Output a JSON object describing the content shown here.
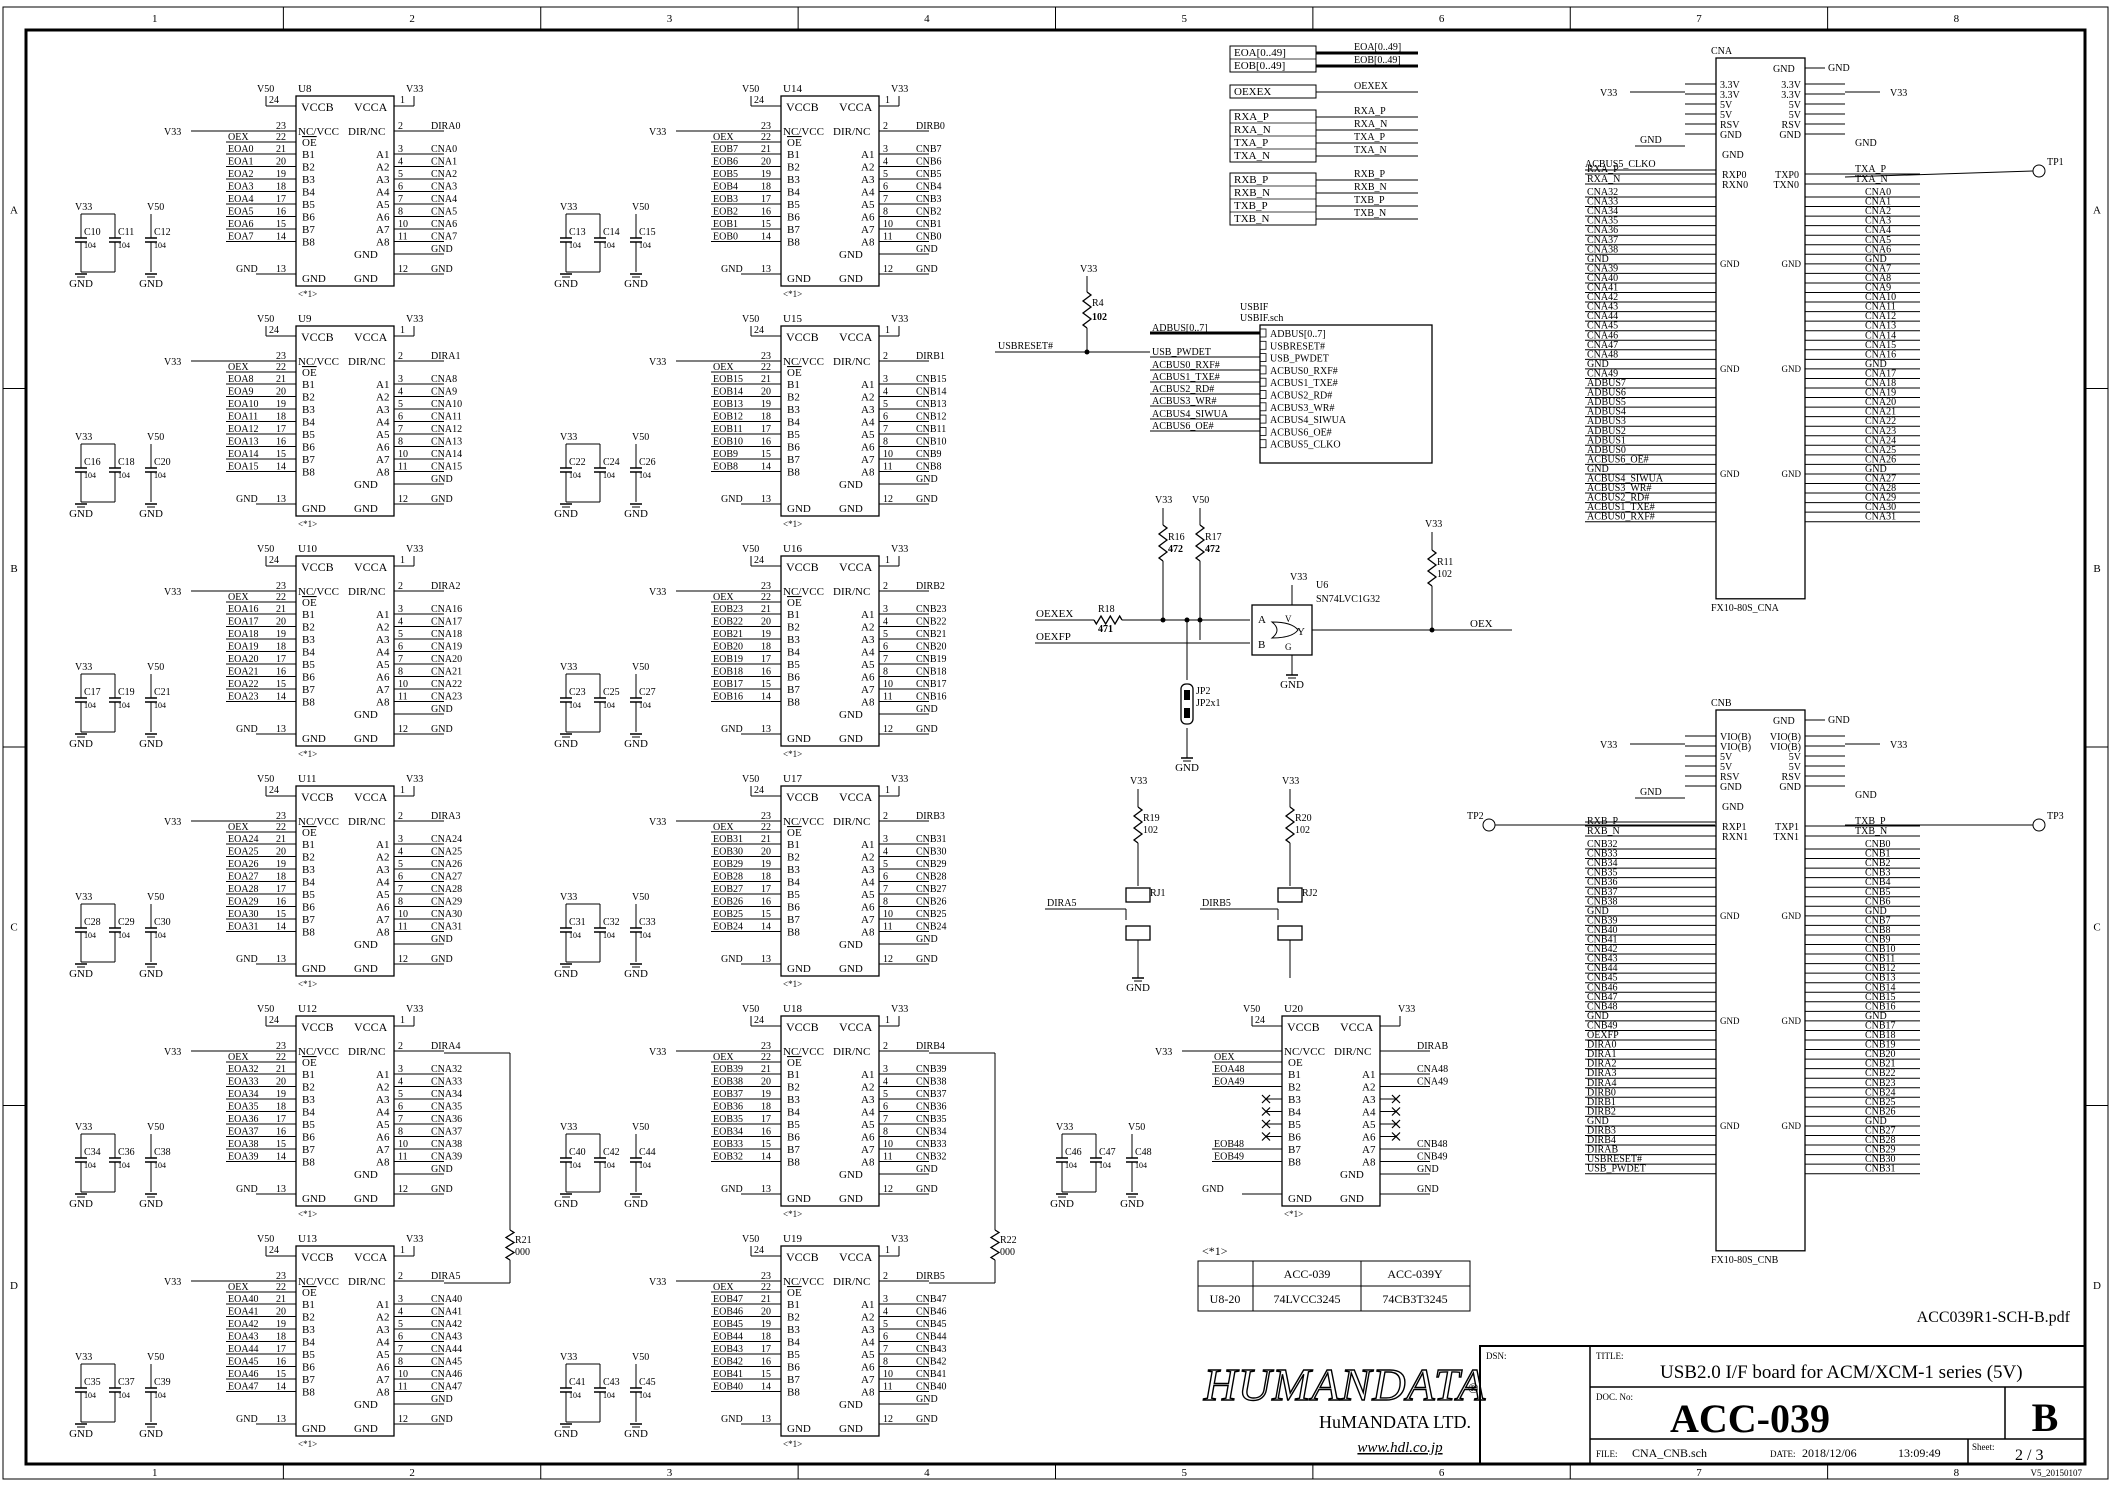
{
  "grid": {
    "columns": [
      "1",
      "2",
      "3",
      "4",
      "5",
      "6",
      "7",
      "8"
    ],
    "rows": [
      "A",
      "B",
      "C",
      "D"
    ]
  },
  "bus_box": {
    "rows": [
      {
        "label": "EOA[0..49]",
        "net": "EOA[0..49]"
      },
      {
        "label": "EOB[0..49]",
        "net": "EOB[0..49]"
      },
      {
        "label": "OEXEX",
        "net": "OEXEX"
      },
      {
        "label": "RXA_P",
        "net": "RXA_P"
      },
      {
        "label": "RXA_N",
        "net": "RXA_N"
      },
      {
        "label": "TXA_P",
        "net": "TXA_P"
      },
      {
        "label": "TXA_N",
        "net": "TXA_N"
      },
      {
        "label": "RXB_P",
        "net": "RXB_P"
      },
      {
        "label": "RXB_N",
        "net": "RXB_N"
      },
      {
        "label": "TXB_P",
        "net": "TXB_P"
      },
      {
        "label": "TXB_N",
        "net": "TXB_N"
      }
    ]
  },
  "buffers_left": [
    {
      "ref": "U8",
      "dir": "DIRA0",
      "eo": [
        "EOA0",
        "EOA1",
        "EOA2",
        "EOA3",
        "EOA4",
        "EOA5",
        "EOA6",
        "EOA7"
      ],
      "cn": [
        "CNA0",
        "CNA1",
        "CNA2",
        "CNA3",
        "CNA4",
        "CNA5",
        "CNA6",
        "CNA7"
      ],
      "caps": [
        "C10",
        "C11",
        "C12"
      ]
    },
    {
      "ref": "U9",
      "dir": "DIRA1",
      "eo": [
        "EOA8",
        "EOA9",
        "EOA10",
        "EOA11",
        "EOA12",
        "EOA13",
        "EOA14",
        "EOA15"
      ],
      "cn": [
        "CNA8",
        "CNA9",
        "CNA10",
        "CNA11",
        "CNA12",
        "CNA13",
        "CNA14",
        "CNA15"
      ],
      "caps": [
        "C16",
        "C18",
        "C20"
      ]
    },
    {
      "ref": "U10",
      "dir": "DIRA2",
      "eo": [
        "EOA16",
        "EOA17",
        "EOA18",
        "EOA19",
        "EOA20",
        "EOA21",
        "EOA22",
        "EOA23"
      ],
      "cn": [
        "CNA16",
        "CNA17",
        "CNA18",
        "CNA19",
        "CNA20",
        "CNA21",
        "CNA22",
        "CNA23"
      ],
      "caps": [
        "C17",
        "C19",
        "C21"
      ]
    },
    {
      "ref": "U11",
      "dir": "DIRA3",
      "eo": [
        "EOA24",
        "EOA25",
        "EOA26",
        "EOA27",
        "EOA28",
        "EOA29",
        "EOA30",
        "EOA31"
      ],
      "cn": [
        "CNA24",
        "CNA25",
        "CNA26",
        "CNA27",
        "CNA28",
        "CNA29",
        "CNA30",
        "CNA31"
      ],
      "caps": [
        "C28",
        "C29",
        "C30"
      ]
    },
    {
      "ref": "U12",
      "dir": "DIRA4",
      "eo": [
        "EOA32",
        "EOA33",
        "EOA34",
        "EOA35",
        "EOA36",
        "EOA37",
        "EOA38",
        "EOA39"
      ],
      "cn": [
        "CNA32",
        "CNA33",
        "CNA34",
        "CNA35",
        "CNA36",
        "CNA37",
        "CNA38",
        "CNA39"
      ],
      "caps": [
        "C34",
        "C36",
        "C38"
      ]
    },
    {
      "ref": "U13",
      "dir": "DIRA5",
      "eo": [
        "EOA40",
        "EOA41",
        "EOA42",
        "EOA43",
        "EOA44",
        "EOA45",
        "EOA46",
        "EOA47"
      ],
      "cn": [
        "CNA40",
        "CNA41",
        "CNA42",
        "CNA43",
        "CNA44",
        "CNA45",
        "CNA46",
        "CNA47"
      ],
      "caps": [
        "C35",
        "C37",
        "C39"
      ]
    }
  ],
  "buffers_mid": [
    {
      "ref": "U14",
      "dir": "DIRB0",
      "eo": [
        "EOB7",
        "EOB6",
        "EOB5",
        "EOB4",
        "EOB3",
        "EOB2",
        "EOB1",
        "EOB0"
      ],
      "cn": [
        "CNB7",
        "CNB6",
        "CNB5",
        "CNB4",
        "CNB3",
        "CNB2",
        "CNB1",
        "CNB0"
      ],
      "caps": [
        "C13",
        "C14",
        "C15"
      ]
    },
    {
      "ref": "U15",
      "dir": "DIRB1",
      "eo": [
        "EOB15",
        "EOB14",
        "EOB13",
        "EOB12",
        "EOB11",
        "EOB10",
        "EOB9",
        "EOB8"
      ],
      "cn": [
        "CNB15",
        "CNB14",
        "CNB13",
        "CNB12",
        "CNB11",
        "CNB10",
        "CNB9",
        "CNB8"
      ],
      "caps": [
        "C22",
        "C24",
        "C26"
      ]
    },
    {
      "ref": "U16",
      "dir": "DIRB2",
      "eo": [
        "EOB23",
        "EOB22",
        "EOB21",
        "EOB20",
        "EOB19",
        "EOB18",
        "EOB17",
        "EOB16"
      ],
      "cn": [
        "CNB23",
        "CNB22",
        "CNB21",
        "CNB20",
        "CNB19",
        "CNB18",
        "CNB17",
        "CNB16"
      ],
      "caps": [
        "C23",
        "C25",
        "C27"
      ]
    },
    {
      "ref": "U17",
      "dir": "DIRB3",
      "eo": [
        "EOB31",
        "EOB30",
        "EOB29",
        "EOB28",
        "EOB27",
        "EOB26",
        "EOB25",
        "EOB24"
      ],
      "cn": [
        "CNB31",
        "CNB30",
        "CNB29",
        "CNB28",
        "CNB27",
        "CNB26",
        "CNB25",
        "CNB24"
      ],
      "caps": [
        "C31",
        "C32",
        "C33"
      ]
    },
    {
      "ref": "U18",
      "dir": "DIRB4",
      "eo": [
        "EOB39",
        "EOB38",
        "EOB37",
        "EOB36",
        "EOB35",
        "EOB34",
        "EOB33",
        "EOB32"
      ],
      "cn": [
        "CNB39",
        "CNB38",
        "CNB37",
        "CNB36",
        "CNB35",
        "CNB34",
        "CNB33",
        "CNB32"
      ],
      "caps": [
        "C40",
        "C42",
        "C44"
      ]
    },
    {
      "ref": "U19",
      "dir": "DIRB5",
      "eo": [
        "EOB47",
        "EOB46",
        "EOB45",
        "EOB44",
        "EOB43",
        "EOB42",
        "EOB41",
        "EOB40"
      ],
      "cn": [
        "CNB47",
        "CNB46",
        "CNB45",
        "CNB44",
        "CNB43",
        "CNB42",
        "CNB41",
        "CNB40"
      ],
      "caps": [
        "C41",
        "C43",
        "C45"
      ]
    }
  ],
  "ic_pins": {
    "vccb": "VCCB",
    "vcca": "VCCA",
    "nc": "NC/VCC",
    "dirnc": "DIR/NC",
    "oe": "OE",
    "gnd": "GND",
    "b": [
      "B1",
      "B2",
      "B3",
      "B4",
      "B5",
      "B6",
      "B7",
      "B8"
    ],
    "a": [
      "A1",
      "A2",
      "A3",
      "A4",
      "A5",
      "A6",
      "A7",
      "A8"
    ],
    "left_nums": [
      "21",
      "20",
      "19",
      "18",
      "17",
      "16",
      "15",
      "14"
    ],
    "right_nums": [
      "3",
      "4",
      "5",
      "6",
      "7",
      "8",
      "10",
      "11"
    ],
    "n23": "23",
    "n22": "22",
    "n24": "24",
    "n1": "1",
    "n2": "2",
    "n13": "13",
    "n12": "12",
    "note": "<*1>"
  },
  "nets": {
    "v33": "V33",
    "v50": "V50",
    "gnd": "GND",
    "oex": "OEX",
    "cap_val": "104"
  },
  "u20": {
    "ref": "U20",
    "dir": "DIRAB",
    "eo": [
      "EOA48",
      "EOA49"
    ],
    "cn": [
      "CNA48",
      "CNA49"
    ],
    "eo7": [
      "EOB48",
      "EOB49"
    ],
    "cn7": [
      "CNB48",
      "CNB49"
    ],
    "caps": [
      "C46",
      "C47",
      "C48"
    ]
  },
  "pullups": [
    {
      "ref": "R4",
      "val": "102"
    },
    {
      "ref": "R16",
      "val": "472"
    },
    {
      "ref": "R17",
      "val": "472"
    },
    {
      "ref": "R11",
      "val": "102"
    },
    {
      "ref": "R18",
      "val": "471"
    },
    {
      "ref": "R19",
      "val": "102"
    },
    {
      "ref": "R20",
      "val": "102"
    },
    {
      "ref": "R21",
      "val": "000"
    },
    {
      "ref": "R22",
      "val": "000"
    }
  ],
  "usbif": {
    "title": "USBIF",
    "file": "USBIF.sch",
    "left": [
      "ADBUS[0..7]",
      "USB_PWDET",
      "ACBUS0_RXF#",
      "ACBUS1_TXE#",
      "ACBUS2_RD#",
      "ACBUS3_WR#",
      "ACBUS4_SIWUA",
      "ACBUS6_OE#"
    ],
    "right": [
      "ADBUS[0..7]",
      "USBRESET#",
      "USB_PWDET",
      "ACBUS0_RXF#",
      "ACBUS1_TXE#",
      "ACBUS2_RD#",
      "ACBUS3_WR#",
      "ACBUS4_SIWUA",
      "ACBUS6_OE#",
      "ACBUS5_CLKO"
    ],
    "reset_net": "USBRESET#"
  },
  "gate": {
    "ref": "U6",
    "part": "SN74LVC1G32",
    "in1": "OEXEX",
    "in2": "OEXFP",
    "out": "OEX",
    "jp_ref": "JP2",
    "jp_part": "JP2x1",
    "pins": {
      "a": "A",
      "b": "B",
      "y": "Y",
      "g": "G",
      "v": "V"
    }
  },
  "jumpers": [
    {
      "ref": "RJ1",
      "net": "DIRA5"
    },
    {
      "ref": "RJ2",
      "net": "DIRB5"
    }
  ],
  "tps": {
    "tp1": "TP1",
    "tp2": "TP2",
    "tp3": "TP3"
  },
  "cna": {
    "ref": "CNA",
    "part": "FX10-80S_CNA",
    "top_left": [
      "3.3V",
      "3.3V",
      "5V",
      "5V",
      "RSV",
      "GND"
    ],
    "top_right": [
      "3.3V",
      "3.3V",
      "5V",
      "5V",
      "RSV",
      "GND"
    ],
    "ck_left_net": "ACBUS5_CLKO",
    "diff_left": [
      "RXA_P",
      "RXA_N"
    ],
    "diff_right": [
      "TXA_P",
      "TXA_N"
    ],
    "inner_left": [
      "RXP0",
      "RXN0"
    ],
    "inner_right": [
      "TXP0",
      "TXN0"
    ],
    "left": [
      "CNA32",
      "CNA33",
      "CNA34",
      "CNA35",
      "CNA36",
      "CNA37",
      "CNA38",
      "GND",
      "CNA39",
      "CNA40",
      "CNA41",
      "CNA42",
      "CNA43",
      "CNA44",
      "CNA45",
      "CNA46",
      "CNA47",
      "CNA48",
      "GND",
      "CNA49",
      "ADBUS7",
      "ADBUS6",
      "ADBUS5",
      "ADBUS4",
      "ADBUS3",
      "ADBUS2",
      "ADBUS1",
      "ADBUS0",
      "ACBUS6_OE#",
      "GND",
      "ACBUS4_SIWUA",
      "ACBUS3_WR#",
      "ACBUS2_RD#",
      "ACBUS1_TXE#",
      "ACBUS0_RXF#"
    ],
    "right": [
      "CNA0",
      "CNA1",
      "CNA2",
      "CNA3",
      "CNA4",
      "CNA5",
      "CNA6",
      "GND",
      "CNA7",
      "CNA8",
      "CNA9",
      "CNA10",
      "CNA11",
      "CNA12",
      "CNA13",
      "CNA14",
      "CNA15",
      "CNA16",
      "GND",
      "CNA17",
      "CNA18",
      "CNA19",
      "CNA20",
      "CNA21",
      "CNA22",
      "CNA23",
      "CNA24",
      "CNA25",
      "CNA26",
      "GND",
      "CNA27",
      "CNA28",
      "CNA29",
      "CNA30",
      "CNA31"
    ]
  },
  "cnb": {
    "ref": "CNB",
    "part": "FX10-80S_CNB",
    "top_left": [
      "VIO(B)",
      "VIO(B)",
      "5V",
      "5V",
      "RSV",
      "GND"
    ],
    "top_right": [
      "VIO(B)",
      "VIO(B)",
      "5V",
      "5V",
      "RSV",
      "GND"
    ],
    "diff_left": [
      "RXB_P",
      "RXB_N"
    ],
    "diff_right": [
      "TXB_P",
      "TXB_N"
    ],
    "inner_left": [
      "RXP1",
      "RXN1"
    ],
    "inner_right": [
      "TXP1",
      "TXN1"
    ],
    "left": [
      "CNB32",
      "CNB33",
      "CNB34",
      "CNB35",
      "CNB36",
      "CNB37",
      "CNB38",
      "GND",
      "CNB39",
      "CNB40",
      "CNB41",
      "CNB42",
      "CNB43",
      "CNB44",
      "CNB45",
      "CNB46",
      "CNB47",
      "CNB48",
      "GND",
      "CNB49",
      "OEXFP",
      "DIRA0",
      "DIRA1",
      "DIRA2",
      "DIRA3",
      "DIRA4",
      "DIRB0",
      "DIRB1",
      "DIRB2",
      "GND",
      "DIRB3",
      "DIRB4",
      "DIRAB",
      "USBRESET#",
      "USB_PWDET"
    ],
    "right": [
      "CNB0",
      "CNB1",
      "CNB2",
      "CNB3",
      "CNB4",
      "CNB5",
      "CNB6",
      "GND",
      "CNB7",
      "CNB8",
      "CNB9",
      "CNB10",
      "CNB11",
      "CNB12",
      "CNB13",
      "CNB14",
      "CNB15",
      "CNB16",
      "GND",
      "CNB17",
      "CNB18",
      "CNB19",
      "CNB20",
      "CNB21",
      "CNB22",
      "CNB23",
      "CNB24",
      "CNB25",
      "CNB26",
      "GND",
      "CNB27",
      "CNB28",
      "CNB29",
      "CNB30",
      "CNB31"
    ]
  },
  "part_table": {
    "note": "<*1>",
    "headers": [
      "",
      "ACC-039",
      "ACC-039Y"
    ],
    "row": [
      "U8-20",
      "74LVCC3245",
      "74CB3T3245"
    ]
  },
  "title_block": {
    "pdf_name": "ACC039R1-SCH-B.pdf",
    "logo": "HUMANDATA",
    "company": "HuMANDATA LTD.",
    "url": "www.hdl.co.jp",
    "dsn_label": "DSN:",
    "title_label": "TITLE:",
    "title": "USB2.0 I/F board for ACM/XCM-1 series (5V)",
    "doc_label": "DOC. No:",
    "doc": "ACC-039",
    "rev": "B",
    "file_label": "FILE:",
    "file": "CNA_CNB.sch",
    "date_label": "DATE:",
    "date": "2018/12/06",
    "time": "13:09:49",
    "sheet_label": "Sheet:",
    "sheet": "2 / 3",
    "version": "V5_20150107"
  },
  "colors": {
    "line": "#000000",
    "background": "#ffffff"
  }
}
